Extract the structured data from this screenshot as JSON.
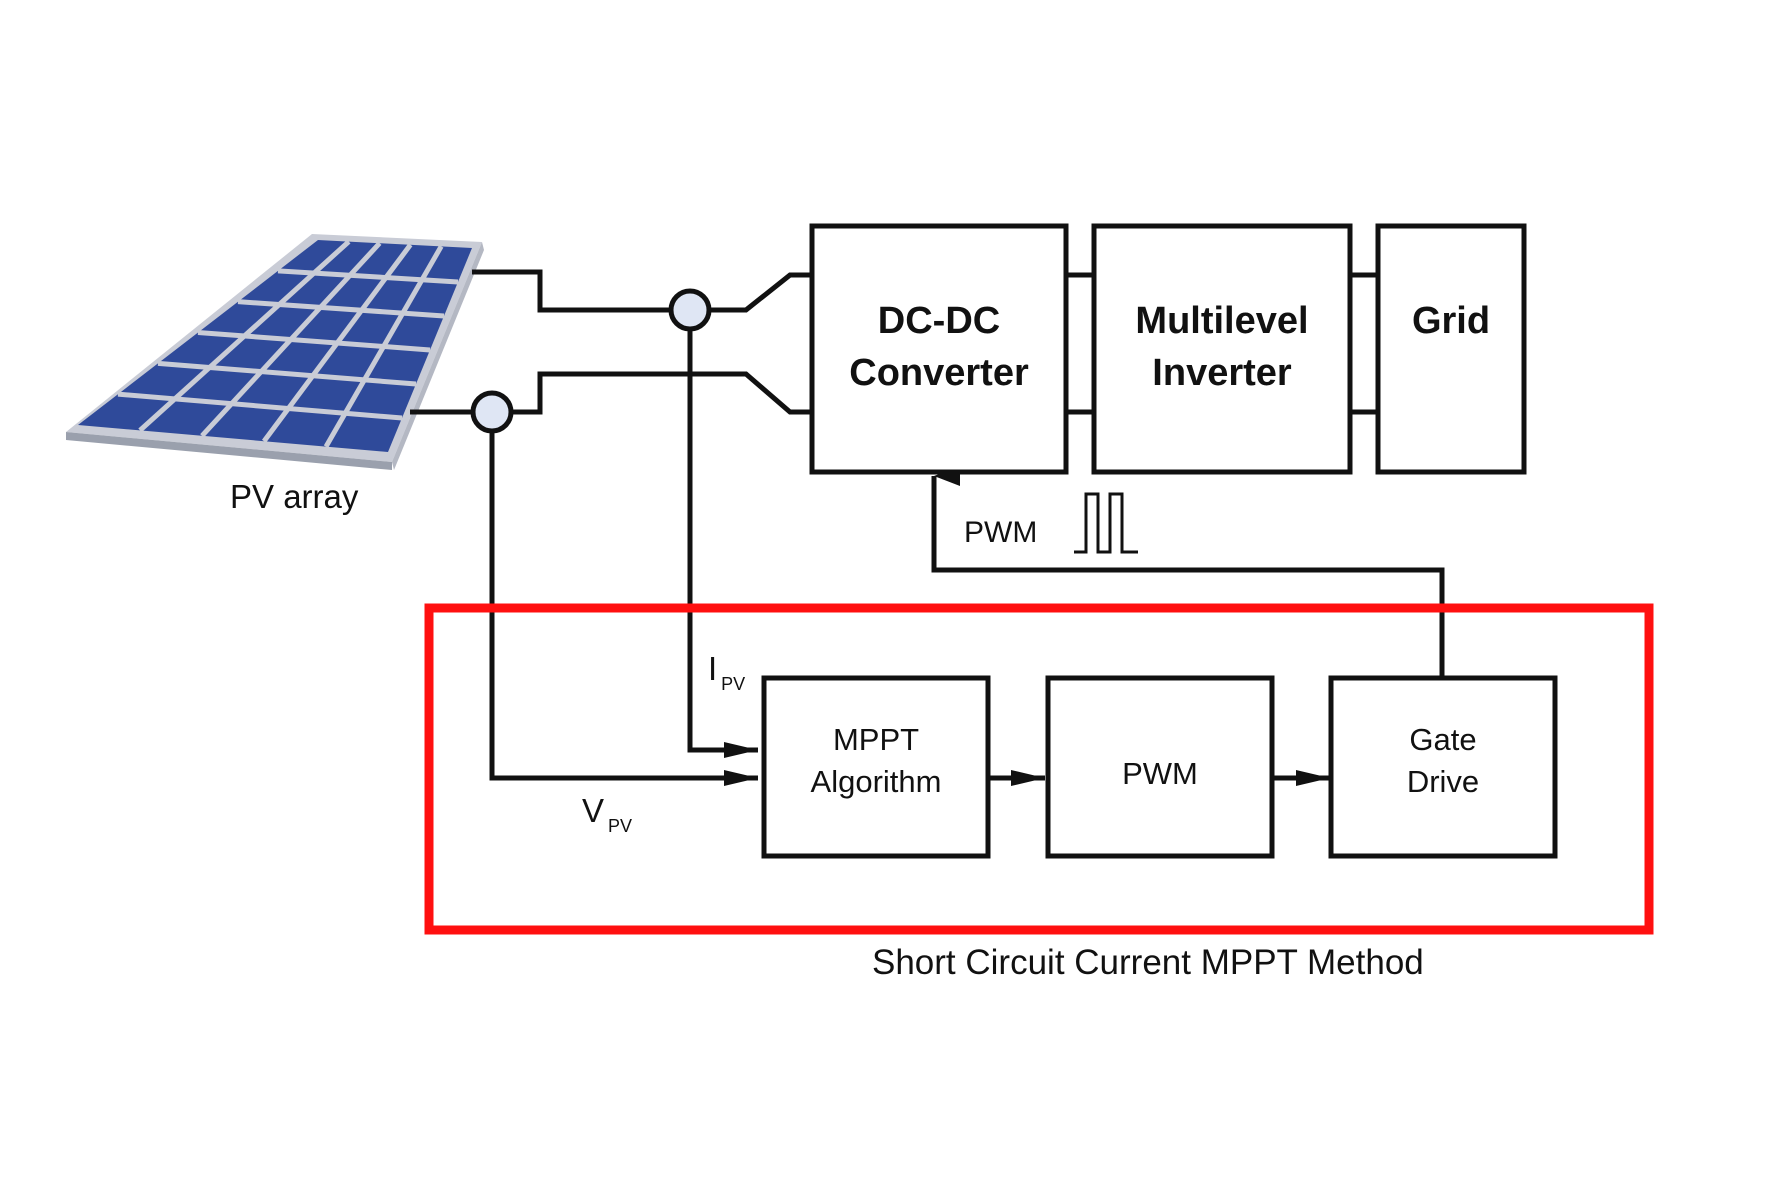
{
  "colors": {
    "line": "#111111",
    "highlight": "#ff1010",
    "node_fill": "#dfe6f4",
    "panel_cell": "#2f4a9a",
    "panel_frame": "#c9ccd6"
  },
  "icons": [
    "solar-panel-icon",
    "pwm-pulse-icon"
  ],
  "pv_array": {
    "label": "PV array"
  },
  "blocks": {
    "dcdc": {
      "line1": "DC-DC",
      "line2": "Converter"
    },
    "inverter": {
      "line1": "Multilevel",
      "line2": "Inverter"
    },
    "grid": {
      "label": "Grid"
    },
    "mppt": {
      "line1": "MPPT",
      "line2": "Algorithm"
    },
    "pwm": {
      "label": "PWM"
    },
    "gate": {
      "line1": "Gate",
      "line2": "Drive"
    }
  },
  "signals": {
    "ipv_main": "I",
    "ipv_sub": "PV",
    "vpv_main": "V",
    "vpv_sub": "PV",
    "pwm_feedback": "PWM"
  },
  "method": {
    "label": "Short Circuit Current MPPT Method"
  }
}
